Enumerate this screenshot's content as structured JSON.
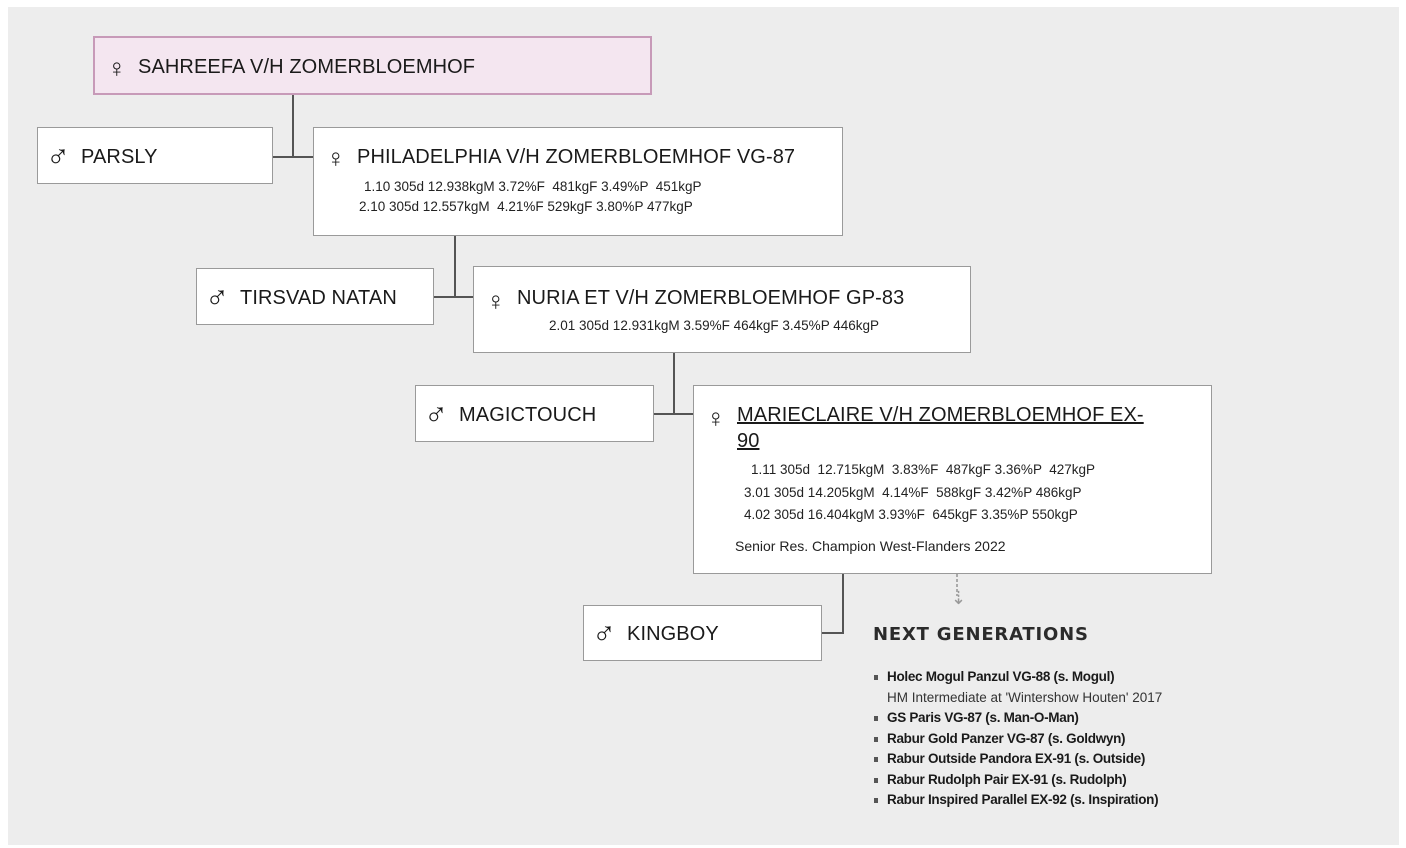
{
  "symbols": {
    "female": "♀",
    "male": "♂"
  },
  "root": {
    "name": "SAHREEFA V/H ZOMERBLOEMHOF"
  },
  "generations": [
    {
      "sire": "PARSLY",
      "dam": "PHILADELPHIA V/H ZOMERBLOEMHOF VG-87",
      "lactations": [
        "1.10 305d 12.938kgM 3.72%F  481kgF 3.49%P  451kgP",
        "2.10 305d 12.557kgM  4.21%F 529kgF 3.80%P 477kgP"
      ]
    },
    {
      "sire": "TIRSVAD NATAN",
      "dam": "NURIA ET V/H ZOMERBLOEMHOF GP-83",
      "lactations": [
        "2.01 305d 12.931kgM 3.59%F 464kgF 3.45%P 446kgP"
      ]
    },
    {
      "sire": "MAGICTOUCH",
      "dam_line1": "MARIECLAIRE V/H ZOMERBLOEMHOF EX-",
      "dam_line2": "90",
      "lactations": [
        "1.11 305d  12.715kgM  3.83%F  487kgF 3.36%P  427kgP",
        "3.01 305d 14.205kgM  4.14%F  588kgF 3.42%P 486kgP",
        "4.02 305d 16.404kgM 3.93%F  645kgF 3.35%P 550kgP"
      ],
      "award": "Senior Res. Champion West-Flanders 2022"
    }
  ],
  "final_sire": "KINGBOY",
  "next_generations": {
    "title": "NEXT GENERATIONS",
    "items": [
      {
        "name": "Holec Mogul Panzul VG-88 (s. Mogul)",
        "detail": "HM Intermediate at 'Wintershow Houten' 2017"
      },
      {
        "name": "GS Paris VG-87 (s. Man-O-Man)"
      },
      {
        "name": "Rabur Gold Panzer VG-87 (s. Goldwyn)"
      },
      {
        "name": "Rabur Outside Pandora EX-91 (s. Outside)"
      },
      {
        "name": "Rabur Rudolph Pair EX-91 (s. Rudolph)"
      },
      {
        "name": "Rabur Inspired Parallel EX-92 (s. Inspiration)"
      }
    ]
  }
}
